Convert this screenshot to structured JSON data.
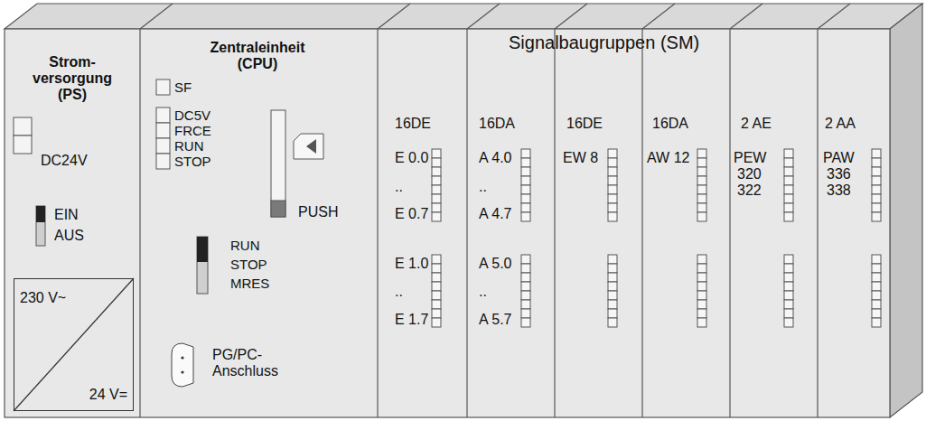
{
  "diagram": {
    "nodes": [
      {
        "text": [
          "Strom- versorgung (PS)",
          "DC24V",
          "EIN",
          "AUS"
        ]
      },
      {
        "text": [
          "230 V~",
          "24 V="
        ],
        "in": 0
      },
      {
        "text": [
          "Zentraleinheit (CPU)",
          "SF",
          "DC5V",
          "FRCE",
          "RUN",
          "STOP",
          "PUSH",
          "RUN",
          "STOP",
          "MRES",
          "PG/PC- Anschluss"
        ]
      },
      {
        "text": [
          "16DE",
          "E 0.0",
          "..",
          "E 0.7",
          "E 1.0",
          "..",
          "E 1.7"
        ]
      },
      {
        "text": [
          "16DA",
          "A 4.0",
          "..",
          "A 4.7",
          "A 5.0",
          "..",
          "A 5.7"
        ]
      },
      {
        "text": [
          "16DE",
          "EW 8"
        ]
      },
      {
        "text": [
          "16DA",
          "AW 12"
        ]
      },
      {
        "text": [
          "2 AE",
          "PEW",
          "320",
          "322"
        ]
      },
      {
        "text": [
          "2 AA",
          "PAW",
          "336",
          "338"
        ]
      }
    ],
    "labels": [
      "Signalbaugruppen (SM)"
    ]
  }
}
